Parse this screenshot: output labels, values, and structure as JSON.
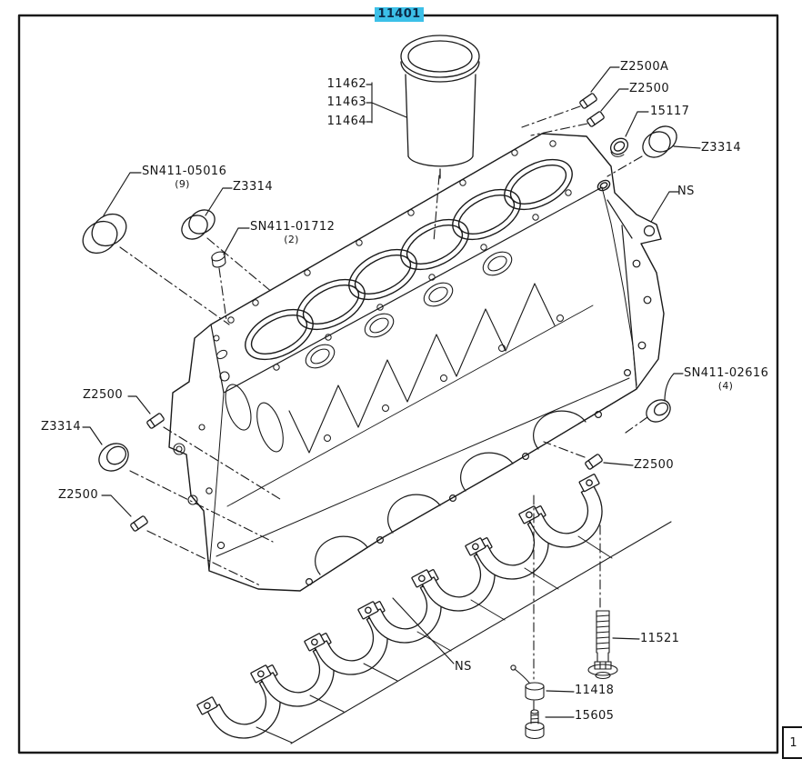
{
  "figure": {
    "main_part_number": "11401",
    "highlight_color": "#3cc0e8",
    "line_color": "#1a1a1a",
    "page_badge": "1"
  },
  "callouts": {
    "main": {
      "text": "11401"
    },
    "liner_group": {
      "items": [
        "11462",
        "11463",
        "11464"
      ]
    },
    "z2500a_top_right": {
      "text": "Z2500A"
    },
    "z2500_top_right": {
      "text": "Z2500"
    },
    "p15117": {
      "text": "15117"
    },
    "z3314_right": {
      "text": "Z3314"
    },
    "ns_right": {
      "text": "NS"
    },
    "sn411_05016": {
      "text": "SN411-05016",
      "qty": "(9)"
    },
    "z3314_top_left": {
      "text": "Z3314"
    },
    "sn411_01712": {
      "text": "SN411-01712",
      "qty": "(2)"
    },
    "z2500_left_upper": {
      "text": "Z2500"
    },
    "z3314_left": {
      "text": "Z3314"
    },
    "z2500_left_lower": {
      "text": "Z2500"
    },
    "sn411_02616": {
      "text": "SN411-02616",
      "qty": "(4)"
    },
    "z2500_right_lower": {
      "text": "Z2500"
    },
    "p11521": {
      "text": "11521"
    },
    "ns_bottom": {
      "text": "NS"
    },
    "p11418": {
      "text": "11418"
    },
    "p15605": {
      "text": "15605"
    }
  }
}
